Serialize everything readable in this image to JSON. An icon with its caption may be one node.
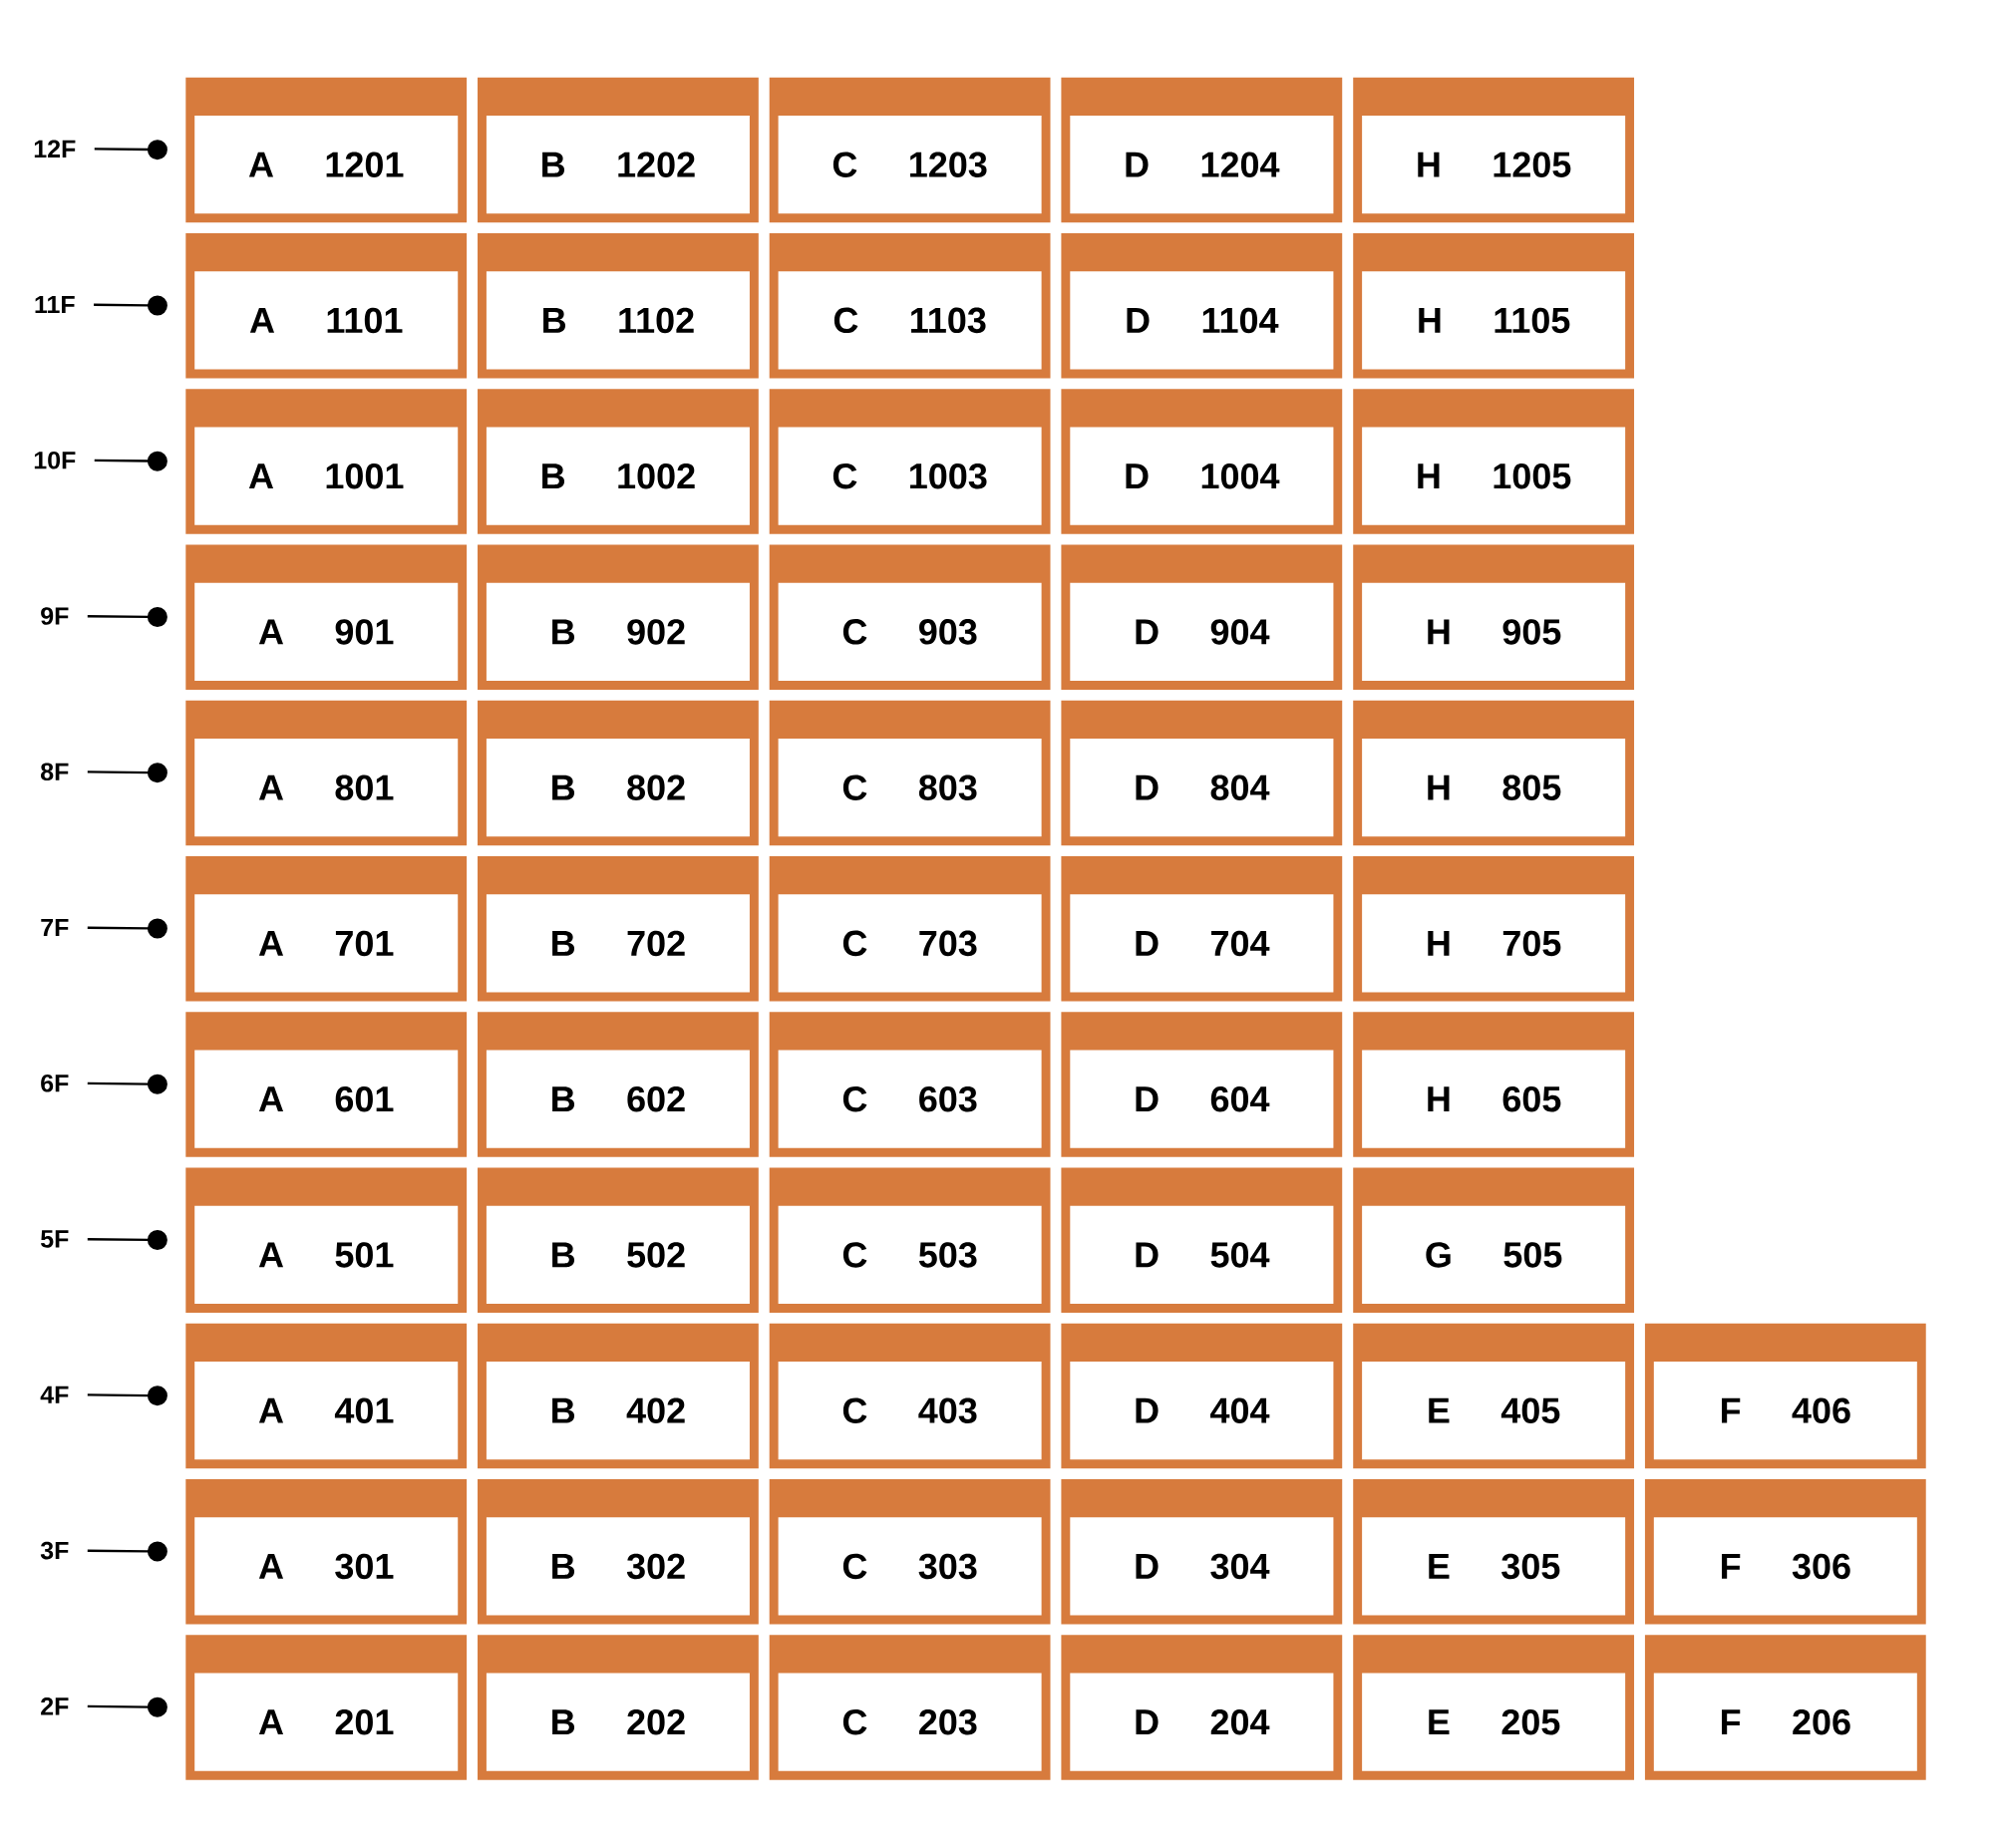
{
  "diagram": {
    "nodes": [
      {
        "text": [
          "12F"
        ]
      },
      {
        "text": [
          "A",
          "1201"
        ]
      },
      {
        "text": [
          "B",
          "1202"
        ]
      },
      {
        "text": [
          "C",
          "1203"
        ]
      },
      {
        "text": [
          "D",
          "1204"
        ]
      },
      {
        "text": [
          "H",
          "1205"
        ]
      },
      {
        "text": [
          "11F"
        ]
      },
      {
        "text": [
          "A",
          "1101"
        ]
      },
      {
        "text": [
          "B",
          "1102"
        ]
      },
      {
        "text": [
          "C",
          "1103"
        ]
      },
      {
        "text": [
          "D",
          "1104"
        ]
      },
      {
        "text": [
          "H",
          "1105"
        ]
      },
      {
        "text": [
          "10F"
        ]
      },
      {
        "text": [
          "A",
          "1001"
        ]
      },
      {
        "text": [
          "B",
          "1002"
        ]
      },
      {
        "text": [
          "C",
          "1003"
        ]
      },
      {
        "text": [
          "D",
          "1004"
        ]
      },
      {
        "text": [
          "H",
          "1005"
        ]
      },
      {
        "text": [
          "9F"
        ]
      },
      {
        "text": [
          "A",
          "901"
        ]
      },
      {
        "text": [
          "B",
          "902"
        ]
      },
      {
        "text": [
          "C",
          "903"
        ]
      },
      {
        "text": [
          "D",
          "904"
        ]
      },
      {
        "text": [
          "H",
          "905"
        ]
      },
      {
        "text": [
          "8F"
        ]
      },
      {
        "text": [
          "A",
          "801"
        ]
      },
      {
        "text": [
          "B",
          "802"
        ]
      },
      {
        "text": [
          "C",
          "803"
        ]
      },
      {
        "text": [
          "D",
          "804"
        ]
      },
      {
        "text": [
          "H",
          "805"
        ]
      },
      {
        "text": [
          "7F"
        ]
      },
      {
        "text": [
          "A",
          "701"
        ]
      },
      {
        "text": [
          "B",
          "702"
        ]
      },
      {
        "text": [
          "C",
          "703"
        ]
      },
      {
        "text": [
          "D",
          "704"
        ]
      },
      {
        "text": [
          "H",
          "705"
        ]
      },
      {
        "text": [
          "6F"
        ]
      },
      {
        "text": [
          "A",
          "601"
        ]
      },
      {
        "text": [
          "B",
          "602"
        ]
      },
      {
        "text": [
          "C",
          "603"
        ]
      },
      {
        "text": [
          "D",
          "604"
        ]
      },
      {
        "text": [
          "H",
          "605"
        ]
      },
      {
        "text": [
          "5F"
        ]
      },
      {
        "text": [
          "A",
          "501"
        ]
      },
      {
        "text": [
          "B",
          "502"
        ]
      },
      {
        "text": [
          "C",
          "503"
        ]
      },
      {
        "text": [
          "D",
          "504"
        ]
      },
      {
        "text": [
          "G",
          "505"
        ]
      },
      {
        "text": [
          "4F"
        ]
      },
      {
        "text": [
          "A",
          "401"
        ]
      },
      {
        "text": [
          "B",
          "402"
        ]
      },
      {
        "text": [
          "C",
          "403"
        ]
      },
      {
        "text": [
          "D",
          "404"
        ]
      },
      {
        "text": [
          "E",
          "405"
        ]
      },
      {
        "text": [
          "F",
          "406"
        ]
      },
      {
        "text": [
          "3F"
        ]
      },
      {
        "text": [
          "A",
          "301"
        ]
      },
      {
        "text": [
          "B",
          "302"
        ]
      },
      {
        "text": [
          "C",
          "303"
        ]
      },
      {
        "text": [
          "D",
          "304"
        ]
      },
      {
        "text": [
          "E",
          "305"
        ]
      },
      {
        "text": [
          "F",
          "306"
        ]
      },
      {
        "text": [
          "2F"
        ]
      },
      {
        "text": [
          "A",
          "201"
        ]
      },
      {
        "text": [
          "B",
          "202"
        ]
      },
      {
        "text": [
          "C",
          "203"
        ]
      },
      {
        "text": [
          "D",
          "204"
        ]
      },
      {
        "text": [
          "E",
          "205"
        ]
      },
      {
        "text": [
          "F",
          "206"
        ]
      }
    ],
    "edges": [
      {
        "from": 0,
        "to": 1,
        "arrow": "other"
      },
      {
        "from": 6,
        "to": 7,
        "arrow": "other"
      },
      {
        "from": 12,
        "to": 13,
        "arrow": "other"
      },
      {
        "from": 18,
        "to": 19,
        "arrow": "other"
      },
      {
        "from": 24,
        "to": 25,
        "arrow": "other"
      },
      {
        "from": 30,
        "to": 31,
        "arrow": "other"
      },
      {
        "from": 36,
        "to": 37,
        "arrow": "other"
      },
      {
        "from": 42,
        "to": 43,
        "arrow": "other"
      },
      {
        "from": 48,
        "to": 49,
        "arrow": "other"
      },
      {
        "from": 55,
        "to": 56,
        "arrow": "other"
      },
      {
        "from": 62,
        "to": 63,
        "arrow": "other"
      }
    ]
  }
}
